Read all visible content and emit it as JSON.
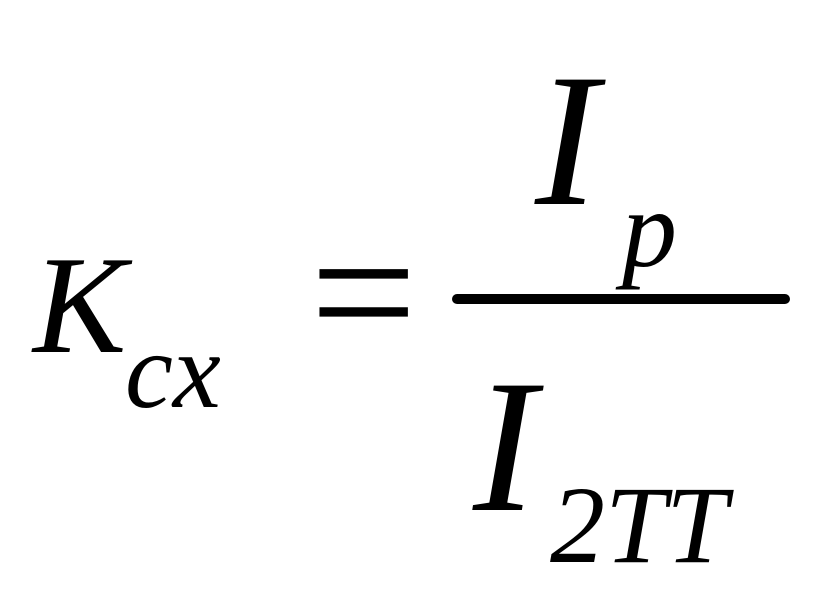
{
  "formula": {
    "lhs": {
      "symbol": "K",
      "subscript": "cx"
    },
    "operator": "=",
    "numerator": {
      "symbol": "I",
      "subscript": "p"
    },
    "denominator": {
      "symbol": "I",
      "subscript": "2TT"
    }
  }
}
